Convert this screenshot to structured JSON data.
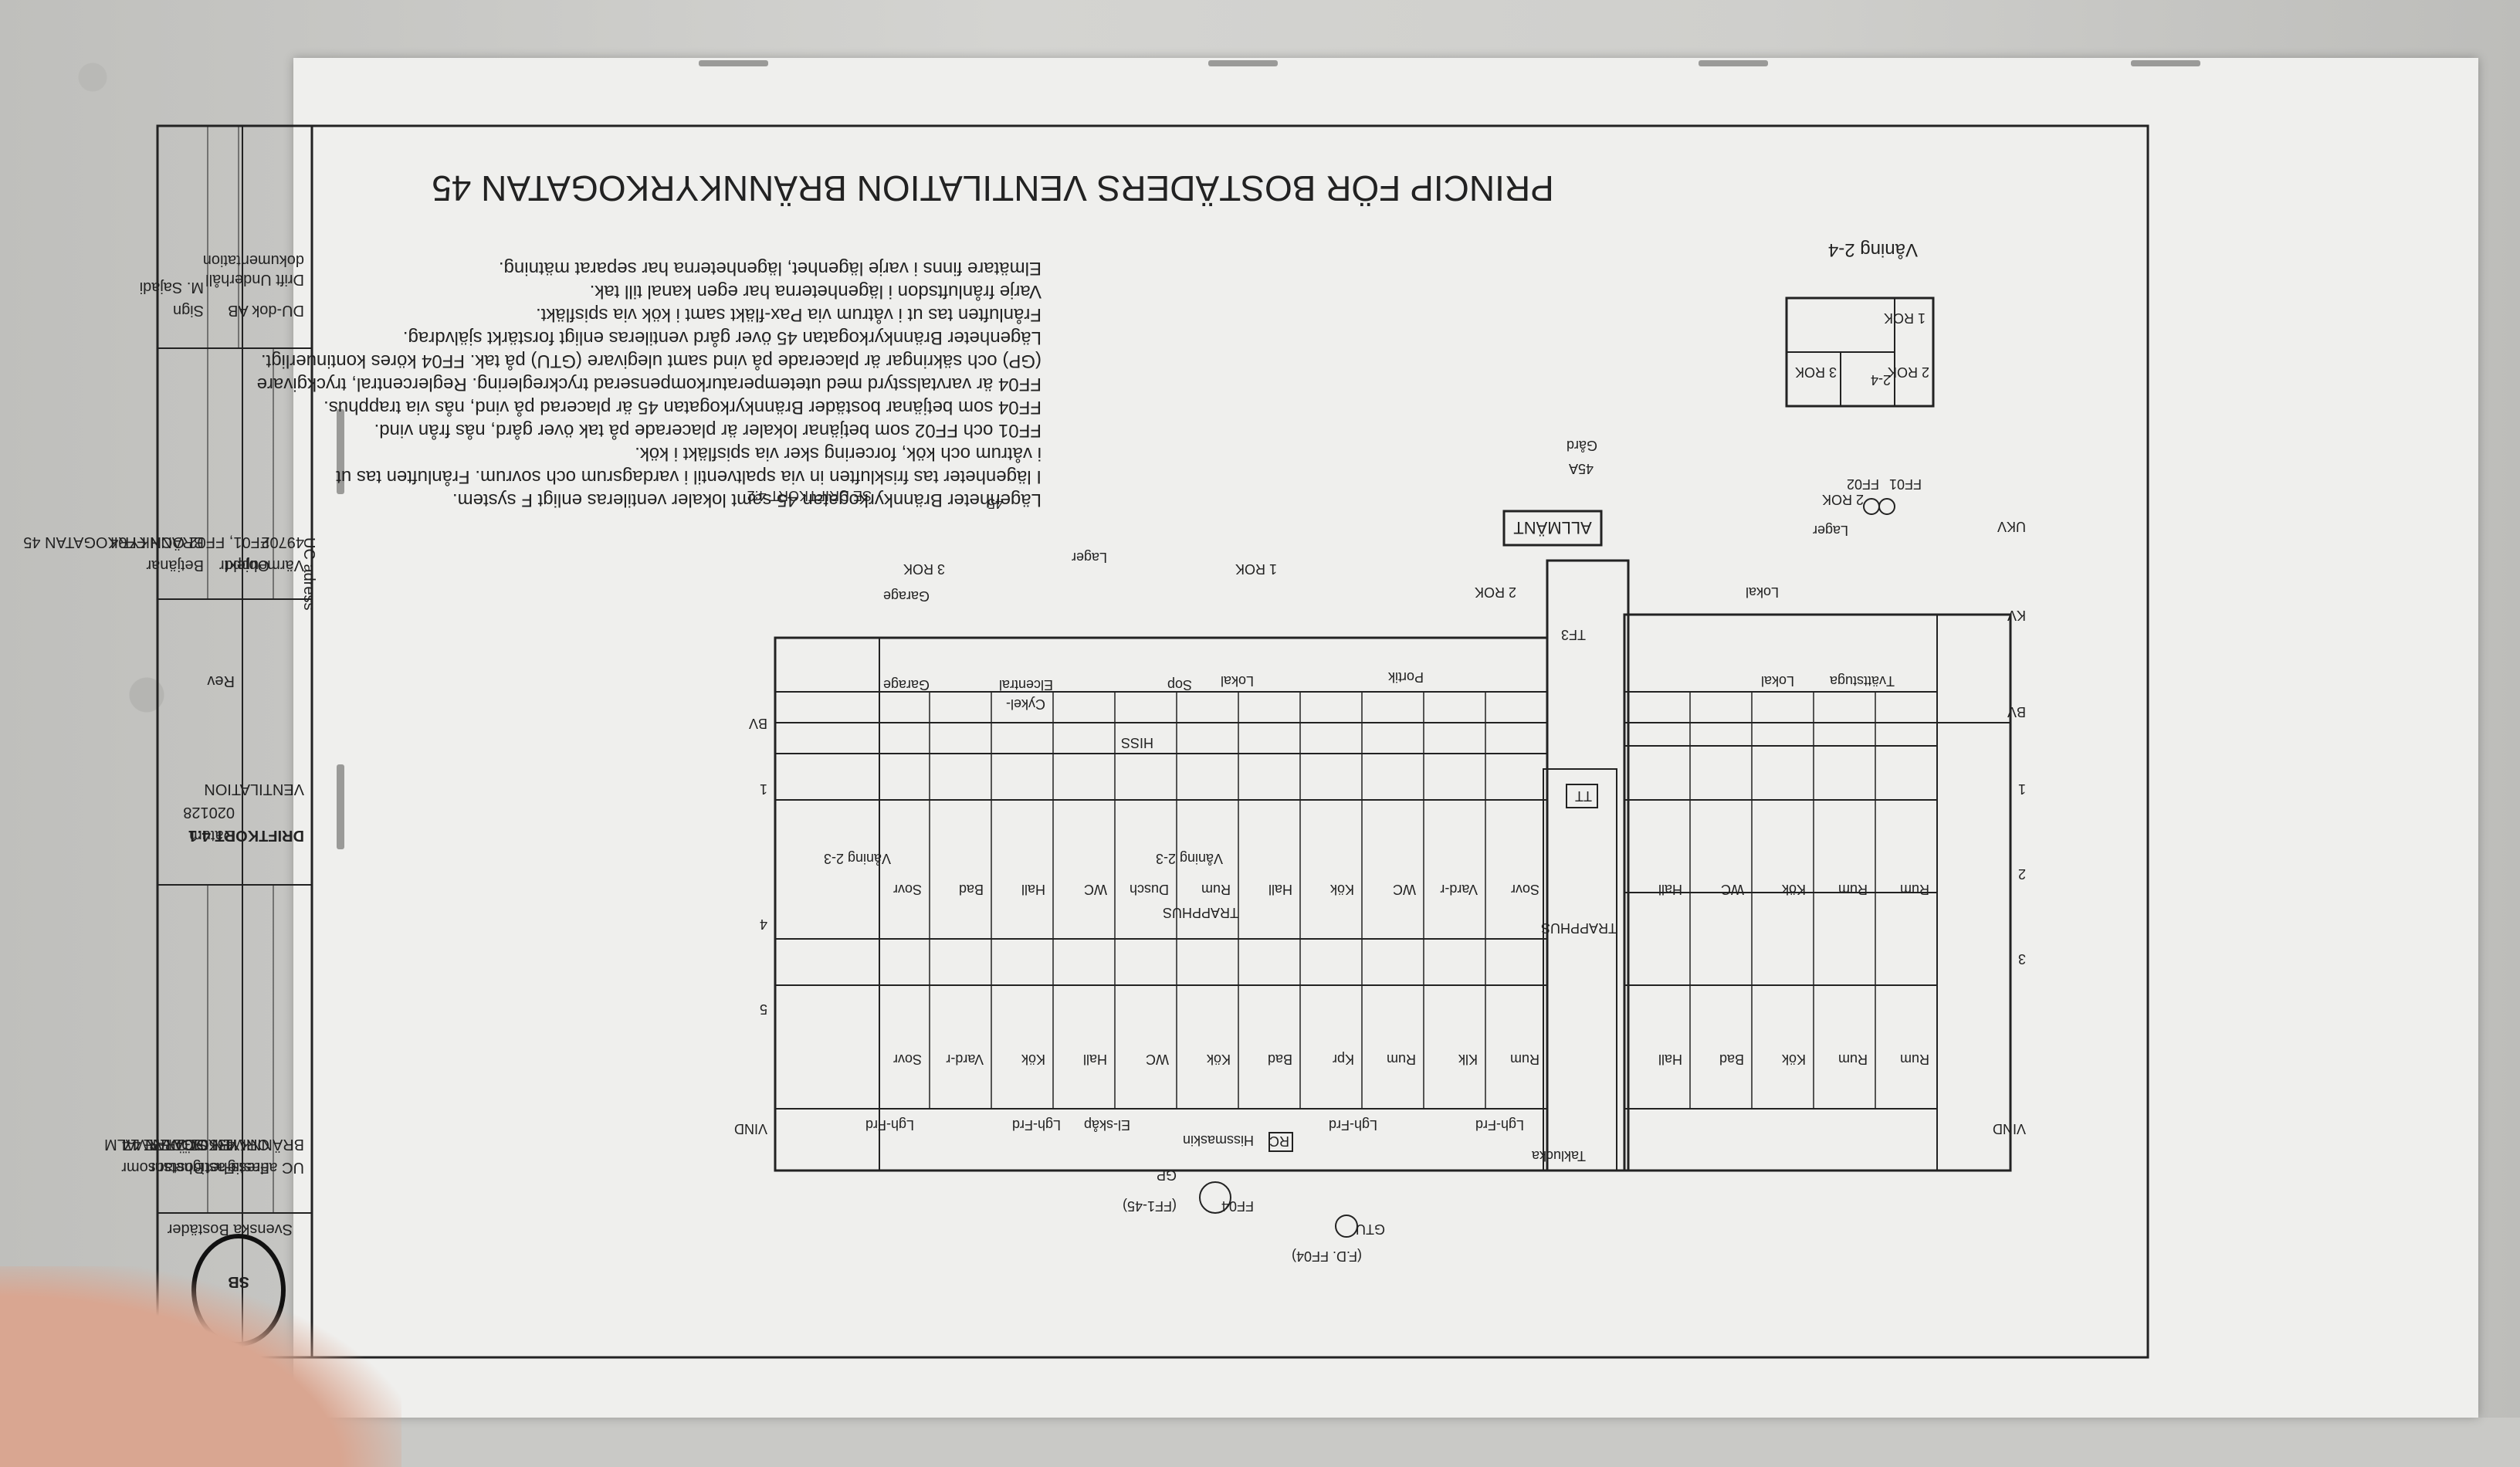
{
  "title": "PRINCIP FÖR BOSTÄDERS VENTILATION BRÄNNKYRKOGATAN 45",
  "title_block": {
    "logo": "SB",
    "logo_sub": "Svenska Bostäder",
    "uc_label": "UC adress",
    "uc_value": "BRÄNNKYRKOGATAN 47",
    "fastighet_label": "Fastighet",
    "fastighet_value": "ORMEN STÖRRE 14",
    "fastighetsnr_label": "Fastighetsnr",
    "fastighetsnr_value": "45501",
    "bostadsomr_label": "Bostadsomr",
    "bostadsomr_value": "SÖDERMALM",
    "card_title": "DRIFTKORT 4:1",
    "card_sub": "VENTILATION",
    "datum_label": "Datum",
    "datum_value": "020128",
    "rev_label": "Rev",
    "varmeuppd_label": "Värmeuppdr",
    "varmeuppd_value": "49702",
    "objekt_label": "Objekt",
    "objekt_value": "FF01, FF02 OCH FF04",
    "betjanar_label": "Betjänar",
    "betjanar_value": "BRÄNNKYRKOGATAN 45",
    "company": "DU-dok AB",
    "company_sub1": "Drift Underhåll",
    "company_sub2": "dokumentation",
    "sign_label": "Sign",
    "sign_value": "M. Sajadi"
  },
  "notes": [
    "Lägenheter Brännkyrkogatan 45 samt lokaler ventileras enligt F system.",
    "I lägenheter tas friskluften in via spaltventil i vardagsrum och sovrum. Frånluften tas ut",
    "i våtrum och kök, forcering sker via spisfläkt i kök.",
    "FF01 och FF02 som betjänar lokaler är placerade på tak över gård, nås från vind.",
    "FF04 som betjänar bostäder Brännkyrkogatan 45 är placerad på vind, nås via trapphus.",
    "FF04 är varvtalsstyrd med utetemperaturkompenserad tryckreglering. Reglercentral, tryckgivare",
    "(GP) och säkringar är placerade på vind samt ulegivare (GTU) på tak. FF04 köres kontinuerligt.",
    "Lägenheter Brännkyrkogatan 45 över gård ventileras enligt forstärkt självdrag.",
    "Frånluften tas ut i våtrum via Pax-fläkt samt i kök via spisfläkt.",
    "Varje frånluftsdon i lägenheterna har egen kanal till tak.",
    "Elmätare finns i varje lägenhet, lägenheterna har separat mätning."
  ],
  "badge": "ALLMÄNT",
  "labels": {
    "vind": "VIND",
    "bv": "BV",
    "kv": "KV",
    "ukv": "UKV",
    "trapphus": "TRAPPHUS",
    "hiss": "HISS",
    "vaning23": "Våning 2-3",
    "vaning24": "Våning 2-4",
    "se_driftkort": "SE DRIFTKORT 4:2",
    "num45": "45",
    "num45a": "45A",
    "gard": "Gård",
    "garage": "Garage",
    "lokal": "Lokal",
    "lager": "Lager",
    "portik": "Portik",
    "sop": "Sop",
    "cykel": "Cykel-",
    "elcentral": "Elcentral",
    "tvattstuga": "Tvättstuga",
    "ff04": "FF04",
    "ff1": "(FF1-45)",
    "gtu": "GTU",
    "fd": "(F.D. FF04)",
    "gp": "GP",
    "rc": "RC",
    "hissmaskin": "Hissmaskin",
    "taklucka": "Taklucka",
    "ff01": "FF01",
    "ff02": "FF02",
    "tf3": "TF3",
    "tt": "TT",
    "lgh_frd": "Lgh-Frd",
    "elskap": "El-skåp",
    "rok1": "1 ROK",
    "rok2": "2 ROK",
    "rok3": "3 ROK",
    "floor1": "1",
    "floor2": "2",
    "floor3": "3",
    "floor4": "4",
    "floor5": "5",
    "rum": "Rum",
    "kok": "Kök",
    "bad": "Bad",
    "wc": "WC",
    "hall": "Hall",
    "sovr": "Sovr",
    "vardr": "Vard-r",
    "dusch": "Dusch",
    "kpr": "Kpr",
    "klk": "Klk",
    "n1": "1",
    "n2": "2",
    "n3": "3",
    "n4": "4"
  },
  "legend": {
    "r1": "1 ROK",
    "r2": "2 ROK",
    "r3": "3 ROK",
    "r24": "2-4"
  }
}
